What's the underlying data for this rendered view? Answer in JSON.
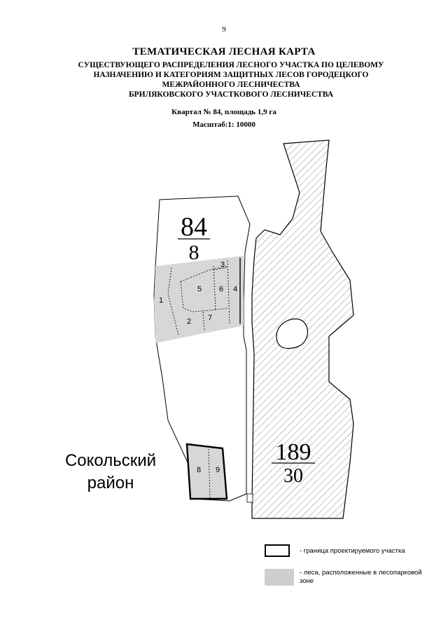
{
  "header": {
    "page_number": "9",
    "title": "ТЕМАТИЧЕСКАЯ ЛЕСНАЯ КАРТА",
    "subtitle_lines": [
      "СУЩЕСТВУЮЩЕГО РАСПРЕДЕЛЕНИЯ ЛЕСНОГО УЧАСТКА ПО ЦЕЛЕВОМУ",
      "НАЗНАЧЕНИЮ И КАТЕГОРИЯМ ЗАЩИТНЫХ ЛЕСОВ ГОРОДЕЦКОГО",
      "МЕЖРАЙОННОГО ЛЕСНИЧЕСТВА",
      "БРИЛЯКОВСКОГО УЧАСТКОВОГО ЛЕСНИЧЕСТВА"
    ],
    "quarter_line": "Квартал № 84, площадь 1,9 га",
    "scale_line": "Масштаб:1: 10000"
  },
  "map": {
    "quarter_84": {
      "number": "84",
      "sub": "8"
    },
    "quarter_189": {
      "number": "189",
      "sub": "30"
    },
    "plots": [
      "1",
      "2",
      "3",
      "4",
      "5",
      "6",
      "7",
      "8",
      "9"
    ],
    "region_lines": [
      "Сокольский",
      "район"
    ]
  },
  "legend": {
    "boundary": "- граница проектируемого участка",
    "park_forest_line1": "- леса, расположенные в лесопарковой",
    "park_forest_line2": "зоне"
  },
  "colors": {
    "hatch": "#8c8c8c",
    "park_fill": "#d9d9d9",
    "outline": "#000000"
  }
}
